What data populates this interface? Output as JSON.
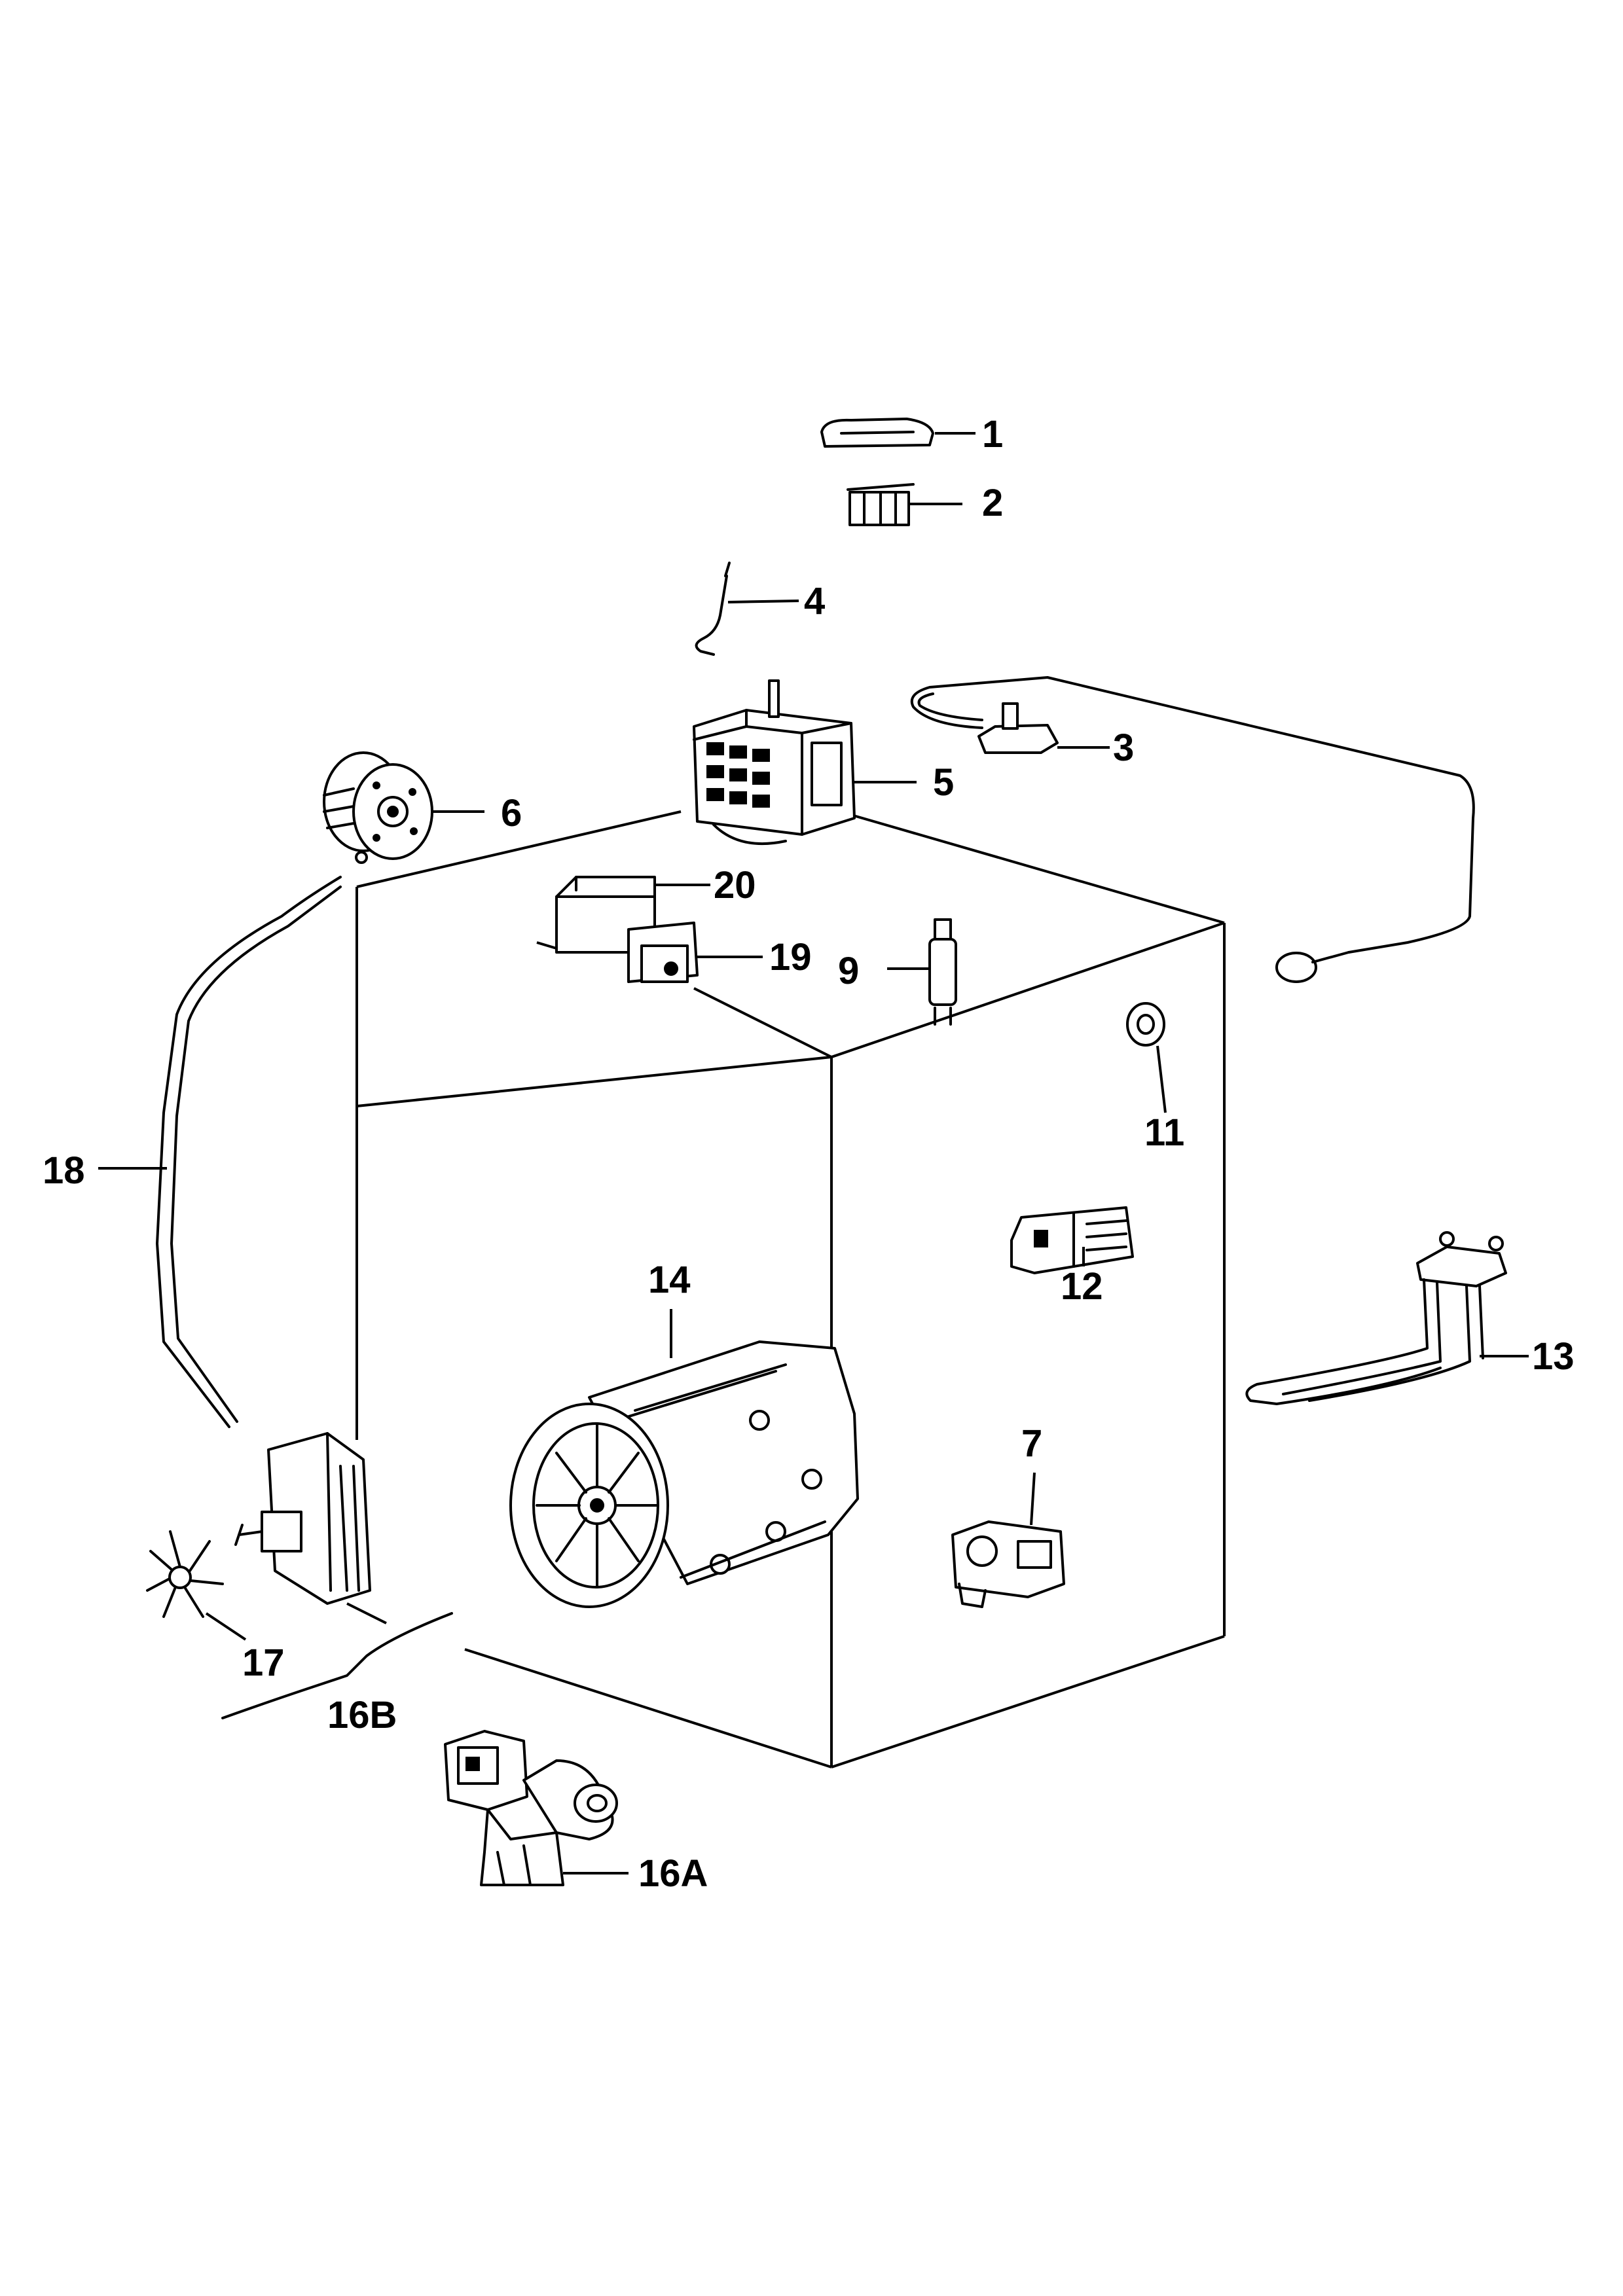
{
  "labels": {
    "p1": "1",
    "p2": "2",
    "p3": "3",
    "p4": "4",
    "p5": "5",
    "p6": "6",
    "p7": "7",
    "p9": "9",
    "p11": "11",
    "p12": "12",
    "p13": "13",
    "p14": "14",
    "p16a": "16A",
    "p16b": "16B",
    "p17": "17",
    "p18": "18",
    "p19": "19",
    "p20": "20"
  }
}
